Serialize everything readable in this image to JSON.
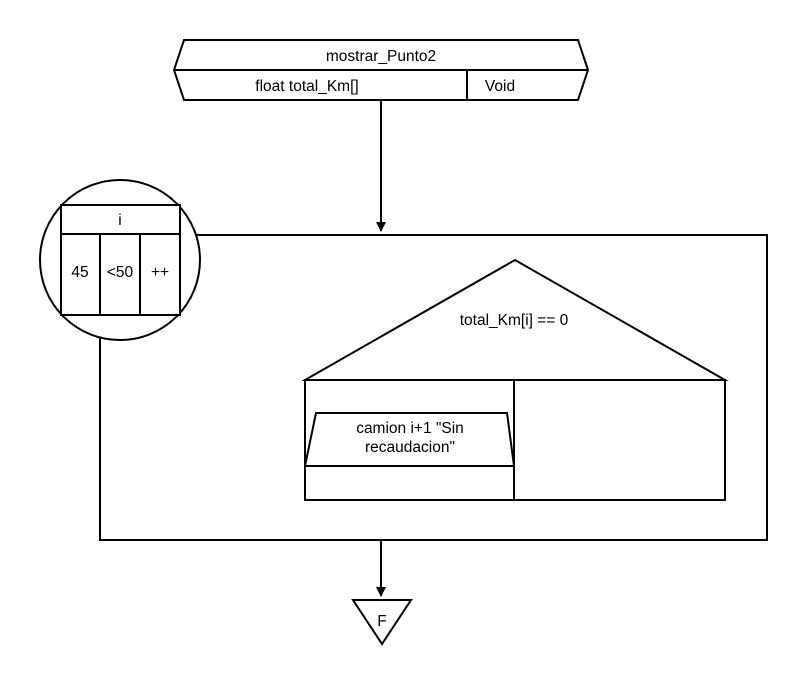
{
  "header": {
    "function_name": "mostrar_Punto2",
    "parameter": "float total_Km[]",
    "return_type": "Void"
  },
  "loop": {
    "variable": "i",
    "start": "45",
    "condition": "<50",
    "step": "++"
  },
  "decision": {
    "condition": "total_Km[i] == 0",
    "true_branch_output": "camion i+1 \"Sin\nrecaudacion\"",
    "false_branch_output": ""
  },
  "end": {
    "label": "F"
  }
}
